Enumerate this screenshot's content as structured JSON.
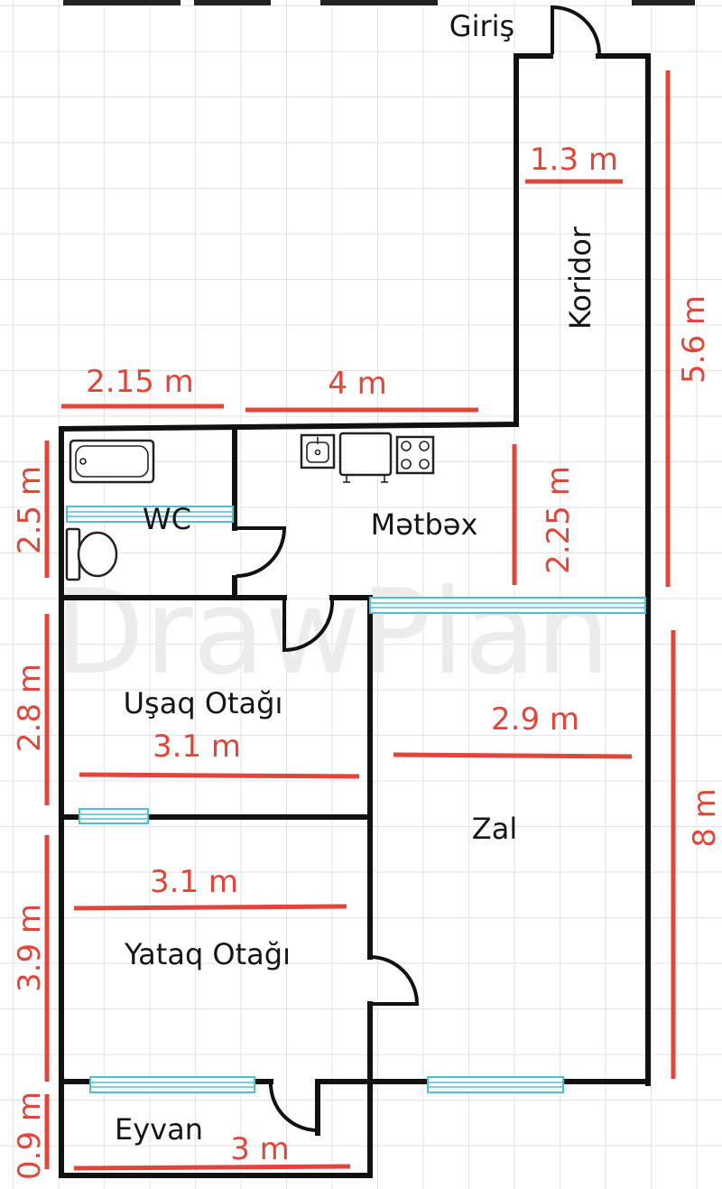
{
  "rooms": {
    "entrance": "Giriş",
    "corridor": "Koridor",
    "wc": "WC",
    "kitchen": "Mətbəx",
    "kids_room": "Uşaq Otağı",
    "living_room": "Zal",
    "bedroom": "Yataq Otağı",
    "balcony": "Eyvan"
  },
  "dimensions": {
    "corridor_width": "1.3 m",
    "corridor_length": "5.6 m",
    "wc_width": "2.15 m",
    "kitchen_width": "4 m",
    "wc_height": "2.5 m",
    "kitchen_depth": "2.25 m",
    "kids_height": "2.8 m",
    "kids_width": "3.1 m",
    "living_width": "2.9 m",
    "living_length": "8 m",
    "bedroom_width": "3.1 m",
    "bedroom_height": "3.9 m",
    "balcony_height": "0.9 m",
    "balcony_width": "3 m"
  },
  "watermark": "DrawPlan",
  "colors": {
    "wall": "#111111",
    "dimension": "#e0463a",
    "window": "#4fbfd0",
    "grid": "#e3e3e3"
  }
}
